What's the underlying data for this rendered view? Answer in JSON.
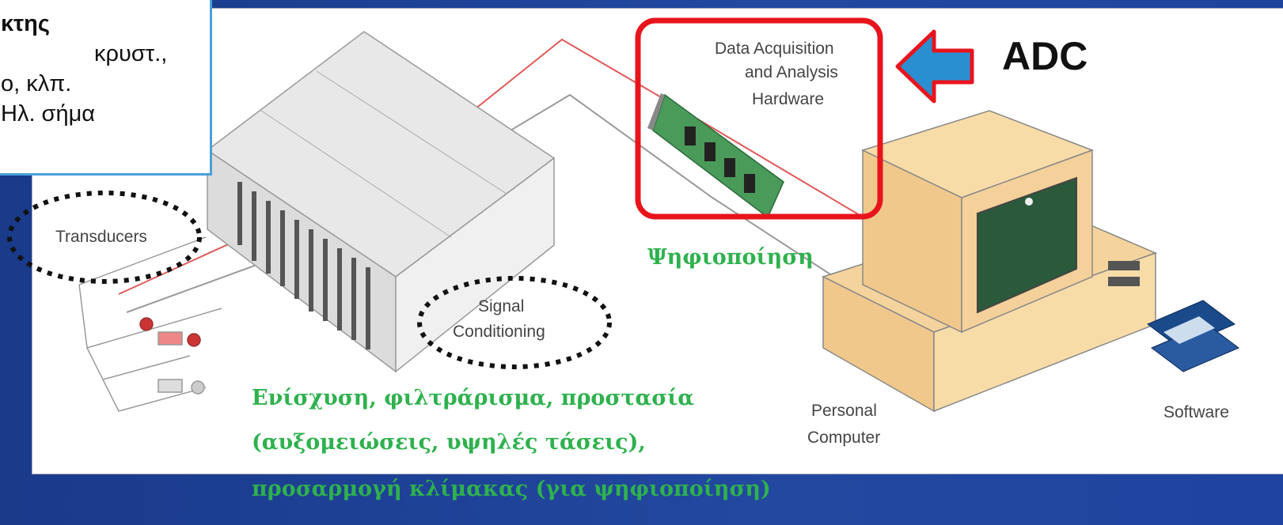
{
  "callout": {
    "line1": "κτης",
    "line2": "κρυστ.,",
    "line3": "ο, κλπ.",
    "line4": "Ηλ. σήμα"
  },
  "labels": {
    "transducers": "Transducers",
    "signal": "Signal",
    "conditioning": "Conditioning",
    "daq_line1": "Data Acquisition",
    "daq_line2": "and Analysis",
    "daq_line3": "Hardware",
    "pc_line1": "Personal",
    "pc_line2": "Computer",
    "software": "Software"
  },
  "adc": "ADC",
  "annotations": {
    "digitization": "Ψηφιοποίηση",
    "cond_line1": "Ενίσχυση, φιλτράρισμα, προστασία",
    "cond_line2": "(αυξομειώσεις, υψηλές τάσεις),",
    "cond_line3": "προσαρμογή κλίμακας (για ψηφιοποίηση)"
  },
  "colors": {
    "background": "#1a3a8a",
    "highlight_box": "#e8141c",
    "arrow_fill": "#2a8fd0",
    "arrow_outline": "#e8141c",
    "green_text": "#2fb14e",
    "callout_border": "#4aa0d8"
  }
}
